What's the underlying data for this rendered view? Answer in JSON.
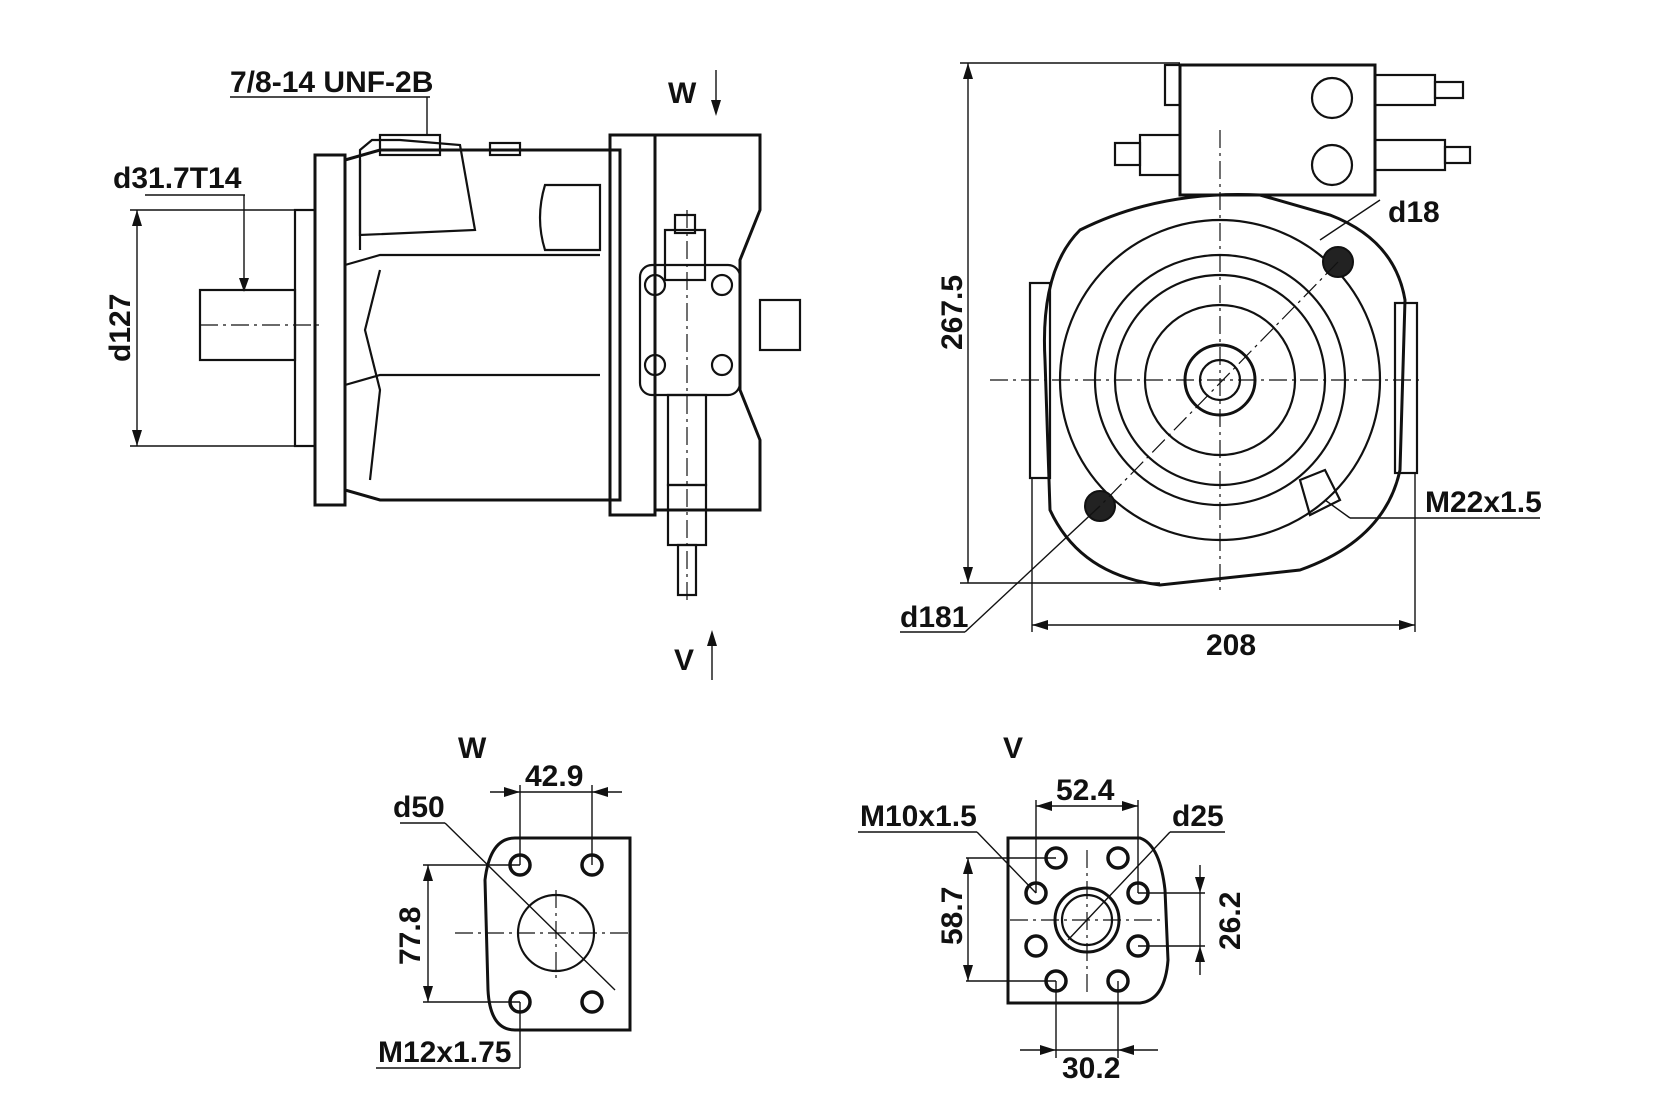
{
  "drawing": {
    "subject": "Hydraulic axial piston pump dimensional drawing",
    "side_view": {
      "labels": {
        "thread_port": "7/8-14 UNF-2B",
        "shaft_spline": "d31.7T14",
        "flange_diameter": "d127",
        "view_w_marker": "W",
        "view_v_marker": "V"
      }
    },
    "front_view": {
      "labels": {
        "height": "267.5",
        "hole_diameter": "d18",
        "bolt_circle": "d181",
        "width": "208",
        "gauge_port": "M22x1.5"
      }
    },
    "view_w": {
      "title": "W",
      "labels": {
        "hole_spacing_horizontal": "42.9",
        "port_diameter": "d50",
        "hole_spacing_vertical": "77.8",
        "thread": "M12x1.75"
      }
    },
    "view_v": {
      "title": "V",
      "labels": {
        "outer_spacing_horizontal": "52.4",
        "thread": "M10x1.5",
        "port_diameter": "d25",
        "outer_spacing_vertical": "58.7",
        "inner_spacing_vertical": "26.2",
        "inner_spacing_horizontal": "30.2"
      }
    }
  }
}
